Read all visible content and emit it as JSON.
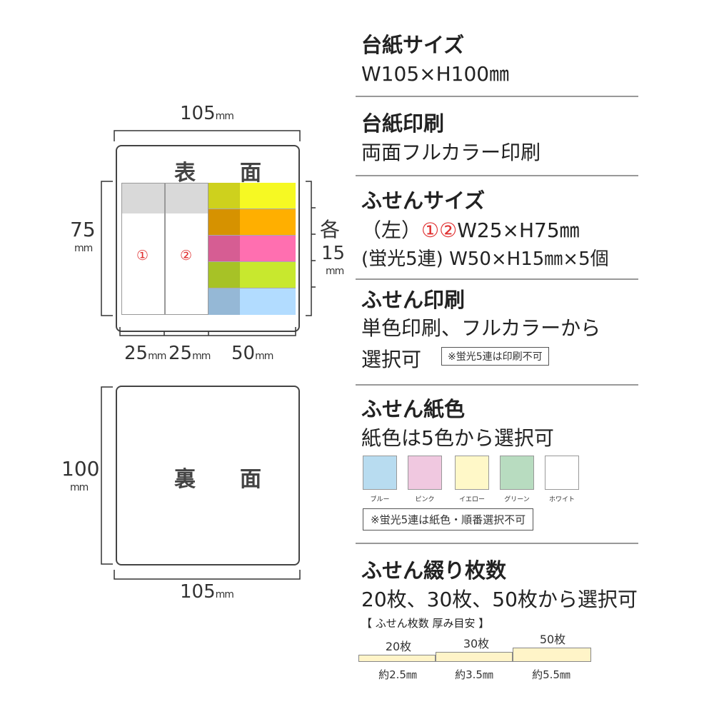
{
  "diagram": {
    "front": {
      "width_label": "105",
      "height_label": "75",
      "unit": "mm",
      "title": "表　面",
      "sticky1": "①",
      "sticky2": "②",
      "each_label": "各",
      "each_value": "15",
      "widths": [
        "25",
        "25",
        "50"
      ],
      "highlighter_colors": [
        "#f6f923",
        "#ffaf00",
        "#ff6fb0",
        "#c8e82e",
        "#b2dcff"
      ]
    },
    "back": {
      "height_label": "100",
      "unit": "mm",
      "title": "裏　面",
      "width_label": "105"
    }
  },
  "specs": {
    "board_size": {
      "heading": "台紙サイズ",
      "value": "W105×H100㎜"
    },
    "board_print": {
      "heading": "台紙印刷",
      "value": "両面フルカラー印刷"
    },
    "sticky_size": {
      "heading": "ふせんサイズ",
      "line1_prefix": "（左）",
      "line1_marks": "①②",
      "line1_value": "W25×H75㎜",
      "line2": "(蛍光5連) W50×H15㎜×5個"
    },
    "sticky_print": {
      "heading": "ふせん印刷",
      "line1": "単色印刷、フルカラーから",
      "line2": "選択可",
      "note": "※蛍光5連は印刷不可"
    },
    "paper_color": {
      "heading": "ふせん紙色",
      "text": "紙色は5色から選択可",
      "swatches": [
        {
          "name": "ブルー",
          "color": "#b8dcf0"
        },
        {
          "name": "ピンク",
          "color": "#f0c8e0"
        },
        {
          "name": "イエロー",
          "color": "#fff8c8"
        },
        {
          "name": "グリーン",
          "color": "#b8dcc0"
        },
        {
          "name": "ホワイト",
          "color": "#ffffff"
        }
      ],
      "note": "※蛍光5連は紙色・順番選択不可"
    },
    "sheet_count": {
      "heading": "ふせん綴り枚数",
      "text": "20枚、30枚、50枚から選択可",
      "sub": "【 ふせん枚数 厚み目安 】",
      "stacks": [
        {
          "count": "20枚",
          "thickness": "約2.5㎜"
        },
        {
          "count": "30枚",
          "thickness": "約3.5㎜"
        },
        {
          "count": "50枚",
          "thickness": "約5.5㎜"
        }
      ]
    }
  }
}
